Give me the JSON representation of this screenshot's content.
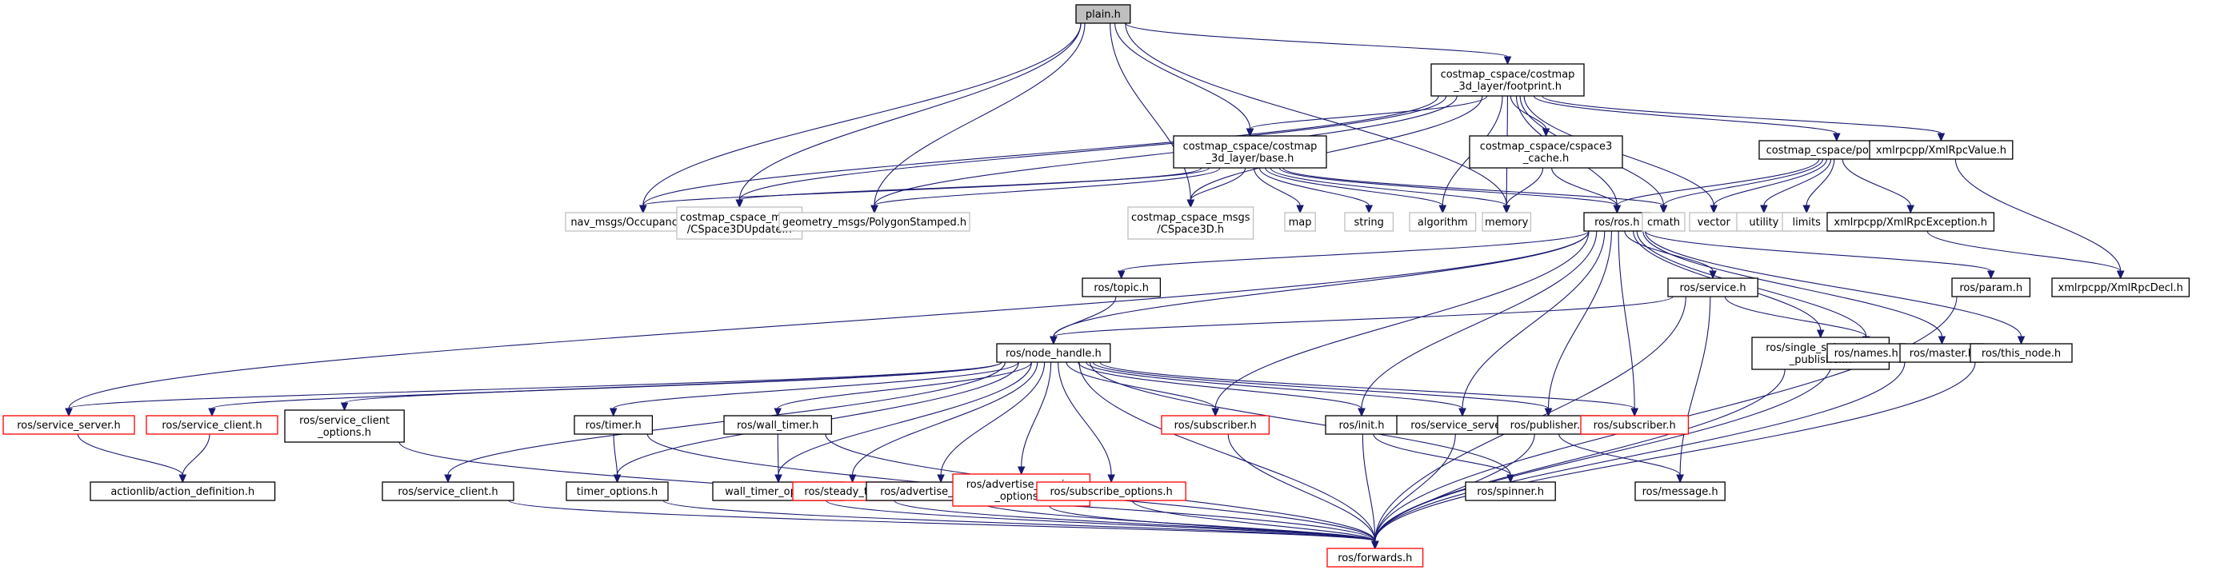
{
  "title": "plain.h include dependency graph",
  "colors": {
    "edge": "#191970",
    "root_fill": "#bfbfbf",
    "external_border": "#bfbfbf",
    "missing_border": "#ff0000",
    "normal_border": "#000000"
  },
  "nodes": [
    {
      "id": "plain",
      "label": [
        "plain.h"
      ],
      "kind": "root"
    },
    {
      "id": "footprint",
      "label": [
        "costmap_cspace/costmap",
        "_3d_layer/footprint.h"
      ],
      "kind": "normal"
    },
    {
      "id": "base",
      "label": [
        "costmap_cspace/costmap",
        "_3d_layer/base.h"
      ],
      "kind": "normal"
    },
    {
      "id": "cspace3cache",
      "label": [
        "costmap_cspace/cspace3",
        "_cache.h"
      ],
      "kind": "normal"
    },
    {
      "id": "polygon",
      "label": [
        "costmap_cspace/polygon.h"
      ],
      "kind": "normal"
    },
    {
      "id": "xmlrpcvalue",
      "label": [
        "xmlrpcpp/XmlRpcValue.h"
      ],
      "kind": "normal"
    },
    {
      "id": "occgrid",
      "label": [
        "nav_msgs/OccupancyGrid.h"
      ],
      "kind": "external"
    },
    {
      "id": "cs3dupdate",
      "label": [
        "costmap_cspace_msgs",
        "/CSpace3DUpdate.h"
      ],
      "kind": "external"
    },
    {
      "id": "polystamped",
      "label": [
        "geometry_msgs/PolygonStamped.h"
      ],
      "kind": "external"
    },
    {
      "id": "cs3d",
      "label": [
        "costmap_cspace_msgs",
        "/CSpace3D.h"
      ],
      "kind": "external"
    },
    {
      "id": "map",
      "label": [
        "map"
      ],
      "kind": "external"
    },
    {
      "id": "string",
      "label": [
        "string"
      ],
      "kind": "external"
    },
    {
      "id": "algorithm",
      "label": [
        "algorithm"
      ],
      "kind": "external"
    },
    {
      "id": "memory",
      "label": [
        "memory"
      ],
      "kind": "external"
    },
    {
      "id": "rosros",
      "label": [
        "ros/ros.h"
      ],
      "kind": "normal"
    },
    {
      "id": "cmath",
      "label": [
        "cmath"
      ],
      "kind": "external"
    },
    {
      "id": "vector",
      "label": [
        "vector"
      ],
      "kind": "external"
    },
    {
      "id": "utility",
      "label": [
        "utility"
      ],
      "kind": "external"
    },
    {
      "id": "limits",
      "label": [
        "limits"
      ],
      "kind": "external"
    },
    {
      "id": "xmlrpcexc",
      "label": [
        "xmlrpcpp/XmlRpcException.h"
      ],
      "kind": "normal"
    },
    {
      "id": "topic",
      "label": [
        "ros/topic.h"
      ],
      "kind": "normal"
    },
    {
      "id": "service",
      "label": [
        "ros/service.h"
      ],
      "kind": "normal"
    },
    {
      "id": "param",
      "label": [
        "ros/param.h"
      ],
      "kind": "normal"
    },
    {
      "id": "xmlrpcdecl",
      "label": [
        "xmlrpcpp/XmlRpcDecl.h"
      ],
      "kind": "normal"
    },
    {
      "id": "nodehandle",
      "label": [
        "ros/node_handle.h"
      ],
      "kind": "normal"
    },
    {
      "id": "singlesub",
      "label": [
        "ros/single_subscriber",
        "_publisher.h"
      ],
      "kind": "normal"
    },
    {
      "id": "names",
      "label": [
        "ros/names.h"
      ],
      "kind": "normal"
    },
    {
      "id": "master",
      "label": [
        "ros/master.h"
      ],
      "kind": "normal"
    },
    {
      "id": "thisnode",
      "label": [
        "ros/this_node.h"
      ],
      "kind": "normal"
    },
    {
      "id": "srvserver_red",
      "label": [
        "ros/service_server.h"
      ],
      "kind": "missing"
    },
    {
      "id": "srvclient_red",
      "label": [
        "ros/service_client.h"
      ],
      "kind": "missing"
    },
    {
      "id": "srvclientopts",
      "label": [
        "ros/service_client",
        "_options.h"
      ],
      "kind": "normal"
    },
    {
      "id": "timer",
      "label": [
        "ros/timer.h"
      ],
      "kind": "normal"
    },
    {
      "id": "walltimer",
      "label": [
        "ros/wall_timer.h"
      ],
      "kind": "normal"
    },
    {
      "id": "subscriber_red",
      "label": [
        "ros/subscriber.h"
      ],
      "kind": "missing"
    },
    {
      "id": "init",
      "label": [
        "ros/init.h"
      ],
      "kind": "normal"
    },
    {
      "id": "srvserver",
      "label": [
        "ros/service_server.h"
      ],
      "kind": "normal"
    },
    {
      "id": "publisher",
      "label": [
        "ros/publisher.h"
      ],
      "kind": "normal"
    },
    {
      "id": "subscriber_red2",
      "label": [
        "ros/subscriber.h"
      ],
      "kind": "missing"
    },
    {
      "id": "actiondef",
      "label": [
        "actionlib/action_definition.h"
      ],
      "kind": "normal"
    },
    {
      "id": "srvclient",
      "label": [
        "ros/service_client.h"
      ],
      "kind": "normal"
    },
    {
      "id": "timeropts",
      "label": [
        "timer_options.h"
      ],
      "kind": "normal"
    },
    {
      "id": "walltimeropts",
      "label": [
        "wall_timer_options.h"
      ],
      "kind": "normal"
    },
    {
      "id": "steadytimer",
      "label": [
        "ros/steady_timer.h"
      ],
      "kind": "missing"
    },
    {
      "id": "advopts",
      "label": [
        "ros/advertise_options.h"
      ],
      "kind": "normal"
    },
    {
      "id": "advsrvopts",
      "label": [
        "ros/advertise_service",
        "_options.h"
      ],
      "kind": "missing"
    },
    {
      "id": "subopts",
      "label": [
        "ros/subscribe_options.h"
      ],
      "kind": "missing"
    },
    {
      "id": "spinner",
      "label": [
        "ros/spinner.h"
      ],
      "kind": "normal"
    },
    {
      "id": "message",
      "label": [
        "ros/message.h"
      ],
      "kind": "normal"
    },
    {
      "id": "forwards",
      "label": [
        "ros/forwards.h"
      ],
      "kind": "missing"
    }
  ],
  "edges": [
    [
      "plain",
      "footprint"
    ],
    [
      "plain",
      "base"
    ],
    [
      "plain",
      "occgrid"
    ],
    [
      "plain",
      "cs3dupdate"
    ],
    [
      "plain",
      "polystamped"
    ],
    [
      "plain",
      "cs3d"
    ],
    [
      "plain",
      "memory"
    ],
    [
      "footprint",
      "base"
    ],
    [
      "footprint",
      "cspace3cache"
    ],
    [
      "footprint",
      "polygon"
    ],
    [
      "footprint",
      "xmlrpcvalue"
    ],
    [
      "footprint",
      "occgrid"
    ],
    [
      "footprint",
      "cs3dupdate"
    ],
    [
      "footprint",
      "polystamped"
    ],
    [
      "footprint",
      "cs3d"
    ],
    [
      "footprint",
      "algorithm"
    ],
    [
      "footprint",
      "memory"
    ],
    [
      "footprint",
      "rosros"
    ],
    [
      "footprint",
      "cmath"
    ],
    [
      "footprint",
      "vector"
    ],
    [
      "base",
      "occgrid"
    ],
    [
      "base",
      "cs3dupdate"
    ],
    [
      "base",
      "polystamped"
    ],
    [
      "base",
      "cs3d"
    ],
    [
      "base",
      "map"
    ],
    [
      "base",
      "string"
    ],
    [
      "base",
      "algorithm"
    ],
    [
      "base",
      "memory"
    ],
    [
      "base",
      "rosros"
    ],
    [
      "base",
      "cmath"
    ],
    [
      "cspace3cache",
      "memory"
    ],
    [
      "cspace3cache",
      "rosros"
    ],
    [
      "polygon",
      "rosros"
    ],
    [
      "polygon",
      "cmath"
    ],
    [
      "polygon",
      "vector"
    ],
    [
      "polygon",
      "utility"
    ],
    [
      "polygon",
      "limits"
    ],
    [
      "polygon",
      "xmlrpcexc"
    ],
    [
      "xmlrpcvalue",
      "xmlrpcdecl"
    ],
    [
      "xmlrpcexc",
      "xmlrpcdecl"
    ],
    [
      "rosros",
      "topic"
    ],
    [
      "rosros",
      "nodehandle"
    ],
    [
      "rosros",
      "service"
    ],
    [
      "rosros",
      "param"
    ],
    [
      "rosros",
      "singlesub"
    ],
    [
      "rosros",
      "names"
    ],
    [
      "rosros",
      "master"
    ],
    [
      "rosros",
      "thisnode"
    ],
    [
      "rosros",
      "srvserver_red"
    ],
    [
      "rosros",
      "subscriber_red"
    ],
    [
      "rosros",
      "init"
    ],
    [
      "rosros",
      "srvserver"
    ],
    [
      "rosros",
      "publisher"
    ],
    [
      "rosros",
      "subscriber_red2"
    ],
    [
      "topic",
      "nodehandle"
    ],
    [
      "service",
      "nodehandle"
    ],
    [
      "service",
      "names"
    ],
    [
      "service",
      "message"
    ],
    [
      "service",
      "forwards"
    ],
    [
      "param",
      "forwards"
    ],
    [
      "singlesub",
      "forwards"
    ],
    [
      "names",
      "forwards"
    ],
    [
      "master",
      "forwards"
    ],
    [
      "thisnode",
      "forwards"
    ],
    [
      "nodehandle",
      "srvserver_red"
    ],
    [
      "nodehandle",
      "srvclient_red"
    ],
    [
      "nodehandle",
      "srvclientopts"
    ],
    [
      "nodehandle",
      "timer"
    ],
    [
      "nodehandle",
      "walltimer"
    ],
    [
      "nodehandle",
      "subscriber_red"
    ],
    [
      "nodehandle",
      "init"
    ],
    [
      "nodehandle",
      "srvserver"
    ],
    [
      "nodehandle",
      "publisher"
    ],
    [
      "nodehandle",
      "subscriber_red2"
    ],
    [
      "nodehandle",
      "srvclient"
    ],
    [
      "nodehandle",
      "timeropts"
    ],
    [
      "nodehandle",
      "walltimeropts"
    ],
    [
      "nodehandle",
      "steadytimer"
    ],
    [
      "nodehandle",
      "advopts"
    ],
    [
      "nodehandle",
      "advsrvopts"
    ],
    [
      "nodehandle",
      "subopts"
    ],
    [
      "nodehandle",
      "spinner"
    ],
    [
      "nodehandle",
      "forwards"
    ],
    [
      "srvserver_red",
      "actiondef"
    ],
    [
      "srvclient_red",
      "actiondef"
    ],
    [
      "srvclientopts",
      "forwards"
    ],
    [
      "timer",
      "timeropts"
    ],
    [
      "timer",
      "forwards"
    ],
    [
      "walltimer",
      "walltimeropts"
    ],
    [
      "walltimer",
      "forwards"
    ],
    [
      "subscriber_red",
      "forwards"
    ],
    [
      "init",
      "spinner"
    ],
    [
      "init",
      "forwards"
    ],
    [
      "srvserver",
      "forwards"
    ],
    [
      "publisher",
      "message"
    ],
    [
      "publisher",
      "forwards"
    ],
    [
      "srvclient",
      "forwards"
    ],
    [
      "timeropts",
      "forwards"
    ],
    [
      "walltimeropts",
      "forwards"
    ],
    [
      "steadytimer",
      "forwards"
    ],
    [
      "advopts",
      "forwards"
    ],
    [
      "advsrvopts",
      "forwards"
    ],
    [
      "subopts",
      "forwards"
    ]
  ]
}
